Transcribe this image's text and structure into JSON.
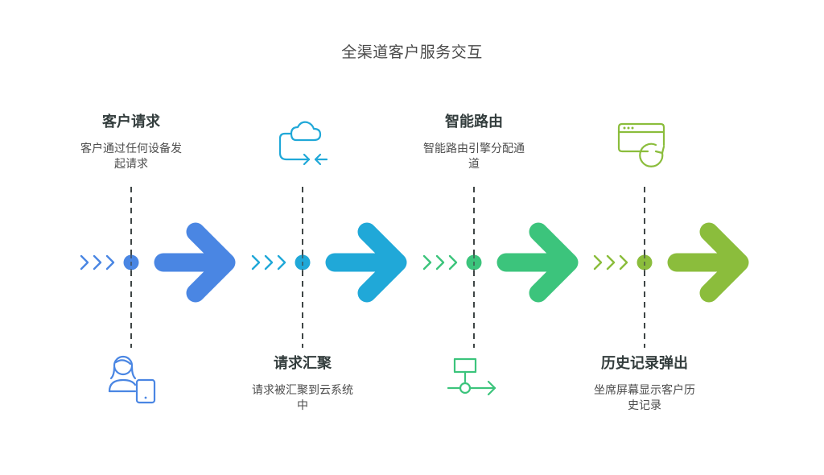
{
  "title": "全渠道客户服务交互",
  "colors": {
    "stage1": "#4a86e3",
    "stage2": "#20a8d8",
    "stage3": "#3cc47c",
    "stage4": "#8bbd3c",
    "dashed_line": "#3f4646",
    "heading_text": "#333d3d",
    "desc_text": "#4d4d4d"
  },
  "stages": [
    {
      "heading": "客户请求",
      "description_line1": "客户通过任何设备发",
      "description_line2": "起请求",
      "label_position": "top",
      "icon": "person-with-tablet-icon",
      "icon_position": "bottom"
    },
    {
      "heading": "请求汇聚",
      "description_line1": "请求被汇聚到云系统",
      "description_line2": "中",
      "label_position": "bottom",
      "icon": "cloud-converge-arrows-icon",
      "icon_position": "top"
    },
    {
      "heading": "智能路由",
      "description_line1": "智能路由引擎分配通",
      "description_line2": "道",
      "label_position": "top",
      "icon": "routing-node-icon",
      "icon_position": "bottom"
    },
    {
      "heading": "历史记录弹出",
      "description_line1": "坐席屏幕显示客户历",
      "description_line2": "史记录",
      "label_position": "bottom",
      "icon": "browser-refresh-icon",
      "icon_position": "top"
    }
  ]
}
